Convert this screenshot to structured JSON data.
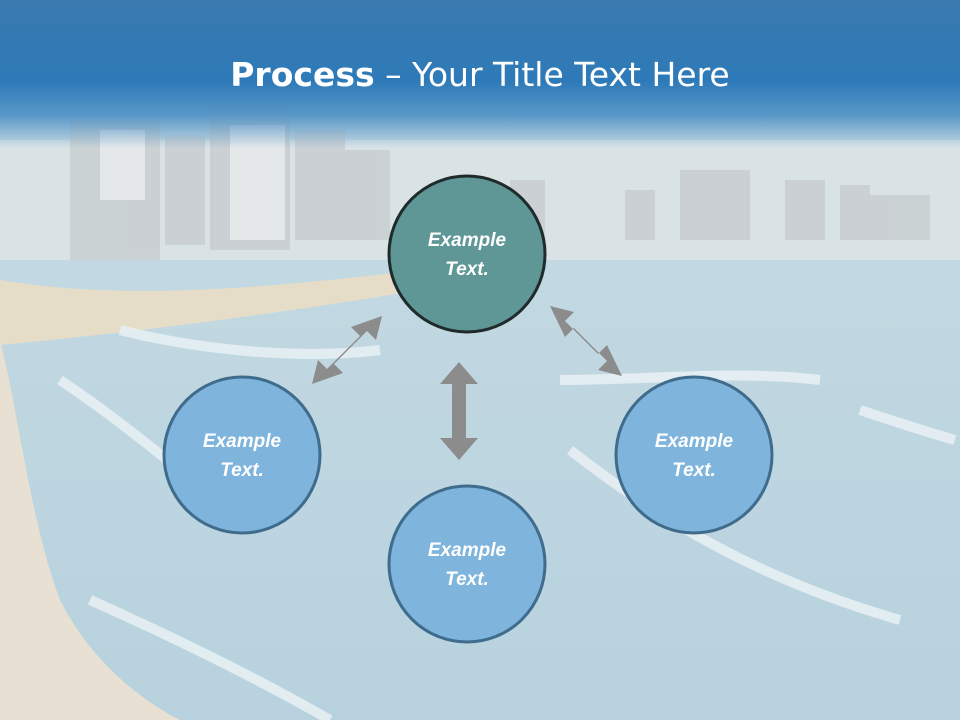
{
  "title": {
    "bold": "Process",
    "separator": " – ",
    "rest": "Your Title Text Here"
  },
  "nodes": [
    {
      "id": "top",
      "line1": "Example",
      "line2": "Text.",
      "fill": "#5f9696",
      "stroke": "#1f2b2b"
    },
    {
      "id": "left",
      "line1": "Example",
      "line2": "Text.",
      "fill": "#7fb4dc",
      "stroke": "#3f6b8c"
    },
    {
      "id": "right",
      "line1": "Example",
      "line2": "Text.",
      "fill": "#7fb4dc",
      "stroke": "#3f6b8c"
    },
    {
      "id": "bottom",
      "line1": "Example",
      "line2": "Text.",
      "fill": "#7fb4dc",
      "stroke": "#3f6b8c"
    }
  ],
  "colors": {
    "header_blue": "#2e7ab8",
    "arrow_gray": "#8c8c8c",
    "sea": "#bcd6e2",
    "sand": "#e9e2d2"
  }
}
